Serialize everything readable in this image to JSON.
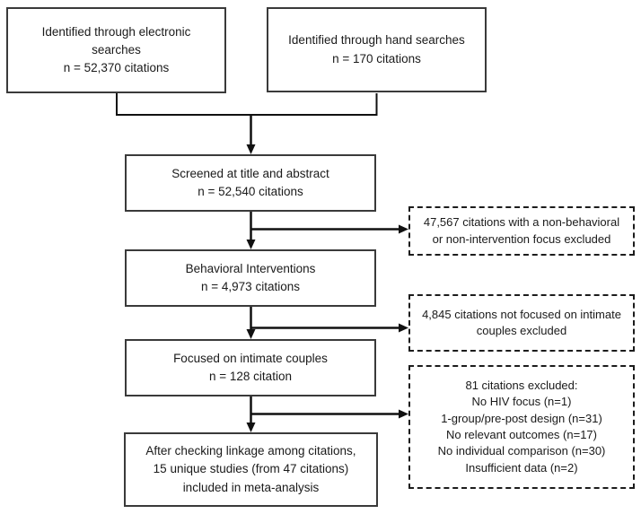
{
  "colors": {
    "background": "#ffffff",
    "box_border": "#3a3a3a",
    "dashed_border": "#1c1c1c",
    "line": "#111111",
    "text": "#1a1a1a"
  },
  "flow": {
    "electronic": {
      "label": "Identified through electronic\nsearches\nn = 52,370 citations"
    },
    "hand": {
      "label": "Identified through hand searches\nn = 170 citations"
    },
    "screened": {
      "label": "Screened at title and abstract\nn = 52,540 citations"
    },
    "behavioral": {
      "label": "Behavioral Interventions\nn = 4,973 citations"
    },
    "couples": {
      "label": "Focused on intimate couples\nn = 128 citation"
    },
    "meta": {
      "label": "After checking linkage among citations,\n15 unique studies (from 47 citations)\nincluded in meta-analysis"
    },
    "excluded_non_behavioral": {
      "label": "47,567 citations with a non-behavioral\nor non-intervention focus excluded"
    },
    "excluded_not_couples": {
      "label": "4,845 citations not focused on intimate\ncouples excluded"
    },
    "excluded_81": {
      "label": "81 citations excluded:\nNo HIV focus (n=1)\n1-group/pre-post design (n=31)\nNo relevant outcomes (n=17)\nNo individual comparison (n=30)\nInsufficient data (n=2)"
    }
  }
}
